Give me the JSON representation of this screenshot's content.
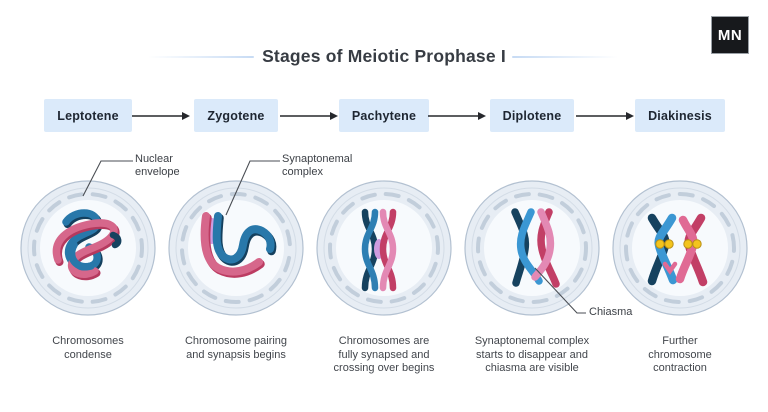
{
  "header": {
    "title": "Stages of Meiotic Prophase I",
    "logo": "MN"
  },
  "stages": [
    {
      "label": "Leptotene",
      "caption": "Chromosomes\ncondense"
    },
    {
      "label": "Zygotene",
      "caption": "Chromosome pairing\nand synapsis begins"
    },
    {
      "label": "Pachytene",
      "caption": "Chromosomes are\nfully synapsed and\ncrossing over begins"
    },
    {
      "label": "Diplotene",
      "caption": "Synaptonemal complex\nstarts to disappear and\nchiasma are visible"
    },
    {
      "label": "Diakinesis",
      "caption": "Further\nchromosome\ncontraction"
    }
  ],
  "annotations": {
    "nuclear_envelope": "Nuclear\nenvelope",
    "synaptonemal_complex": "Synaptonemal\ncomplex",
    "chiasma": "Chiasma"
  },
  "colors": {
    "stage_box_bg": "#dbeafa",
    "cell_body": "#e7edf4",
    "cell_inner": "#f7fafd",
    "envelope_dash": "#c2cedb",
    "chromosome_navy": "#16425f",
    "chromosome_blue": "#2878aa",
    "chromosome_light_blue": "#3b97d3",
    "chromosome_pink": "#d6678b",
    "chromosome_medium_pink": "#e06a94",
    "chromosome_light_pink": "#e389b4",
    "chromosome_crimson": "#c23f66",
    "synaptonemal_violet": "#cf9ce0",
    "chiasma_yellow": "#f3c41d"
  }
}
